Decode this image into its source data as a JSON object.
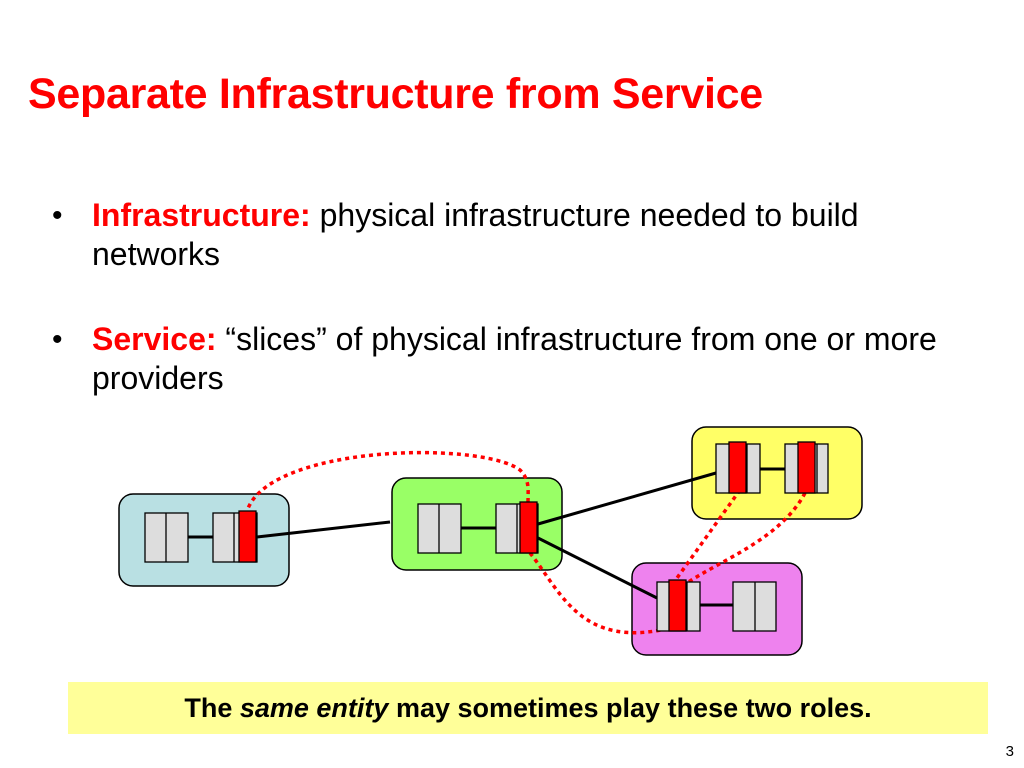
{
  "slide": {
    "title": "Separate Infrastructure from Service",
    "bullets": [
      {
        "term": "Infrastructure:",
        "text": " physical infrastructure needed to build networks"
      },
      {
        "term": "Service:",
        "text": " “slices” of physical infrastructure from one or more providers"
      }
    ],
    "callout": {
      "prefix": "The ",
      "emphasis": "same entity",
      "suffix": " may sometimes play these two roles."
    },
    "page_number": "3"
  },
  "colors": {
    "title": "#ff0000",
    "keyword": "#ff0000",
    "callout_bg": "#ffff99",
    "domain_blue": "#b9e0e3",
    "domain_green": "#99ff66",
    "domain_yellow": "#ffff66",
    "domain_magenta": "#ee82ee",
    "slice_red": "#ff0000",
    "node_gray": "#dddddd",
    "dotted_link": "#ff0000"
  }
}
